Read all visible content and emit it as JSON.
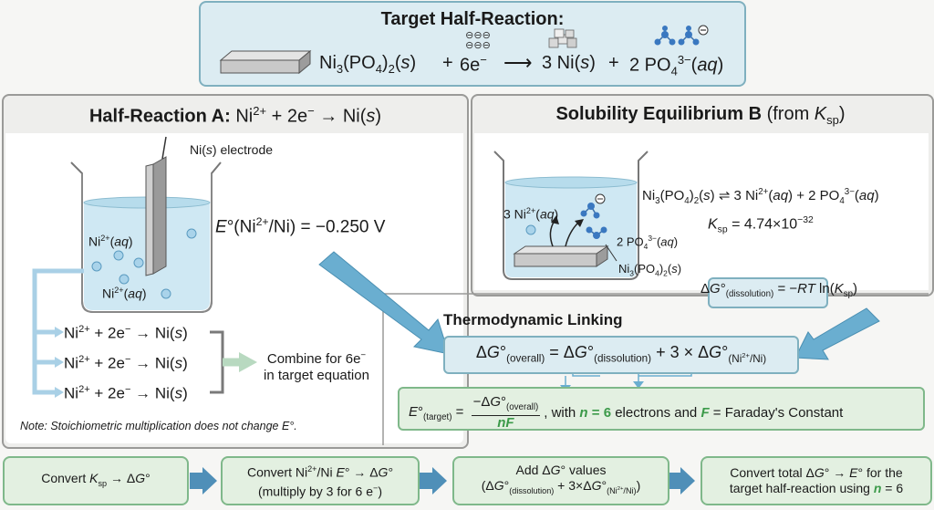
{
  "target": {
    "title": "Target Half-Reaction:",
    "eq": {
      "reactant": "Ni₃(PO₄)₂(s)",
      "plus1": "+",
      "electrons": "6e⁻",
      "arrow": "⟶",
      "product1": "3 Ni(s)",
      "plus2": "+",
      "product2": "2 PO₄³⁻(aq)"
    },
    "electron_symbols": [
      "⊖",
      "⊖",
      "⊖",
      "⊖",
      "⊖",
      "⊖"
    ]
  },
  "panelA": {
    "title_bold": "Half-Reaction A:",
    "title_eq": "Ni²⁺ + 2e⁻ → Ni(s)",
    "electrode_label": "Ni(s) electrode",
    "ion_label_1": "Ni²⁺(aq)",
    "ion_label_2": "Ni²⁺(aq)",
    "potential": "E°(Ni²⁺/Ni) = −0.250 V",
    "multiplied": [
      "Ni²⁺ + 2e⁻ → Ni(s)",
      "Ni²⁺ + 2e⁻ → Ni(s)",
      "Ni²⁺ + 2e⁻ → Ni(s)"
    ],
    "combine_line1": "Combine for 6e⁻",
    "combine_line2": "in target equation",
    "note": "Note: Stoichiometric multiplication does not change E°."
  },
  "panelB": {
    "title_bold": "Solubility Equilibrium B",
    "title_rest": "(from K",
    "title_sub": "sp",
    "title_close": ")",
    "equilibrium": "Ni₃(PO₄)₂(s) ⇌ 3 Ni²⁺(aq) + 2 PO₄³⁻(aq)",
    "ksp_label": "K",
    "ksp_sub": "sp",
    "ksp_value": "= 4.74×10⁻³²",
    "ni_ion_label": "3 Ni²⁺(aq)",
    "po4_label": "2 PO₄³⁻(aq)",
    "solid_label": "Ni₃(PO₄)₂(s)"
  },
  "dissolution_box": "ΔG°(dissolution) = −RT ln(Ksp)",
  "linking": {
    "title": "Thermodynamic Linking",
    "overall_eq": "ΔG°(overall) = ΔG°(dissolution) + 3 × ΔG°(Ni²⁺/Ni)",
    "e_target_prefix": "E°(target) =",
    "numerator": "−ΔG°(overall)",
    "denominator": "nF",
    "with_text": ", with",
    "n_text": "n = 6",
    "electrons_and": "electrons and",
    "f_text": "F",
    "faraday": "= Faraday's Constant"
  },
  "steps": [
    "Convert Ksp → ΔG°",
    "Convert Ni²⁺/Ni E° → ΔG° (multiply by 3 for 6 e⁻)",
    "Add ΔG° values (ΔG°(dissolution) + 3×ΔG°(Ni²⁺/Ni))",
    "Convert total ΔG° → E° for the target half-reaction using n = 6"
  ],
  "colors": {
    "accent_green": "#3c9a4a",
    "arrow_blue": "#6aaed0",
    "box_blue": "#dcecf2",
    "box_green": "#e3f0e1"
  }
}
